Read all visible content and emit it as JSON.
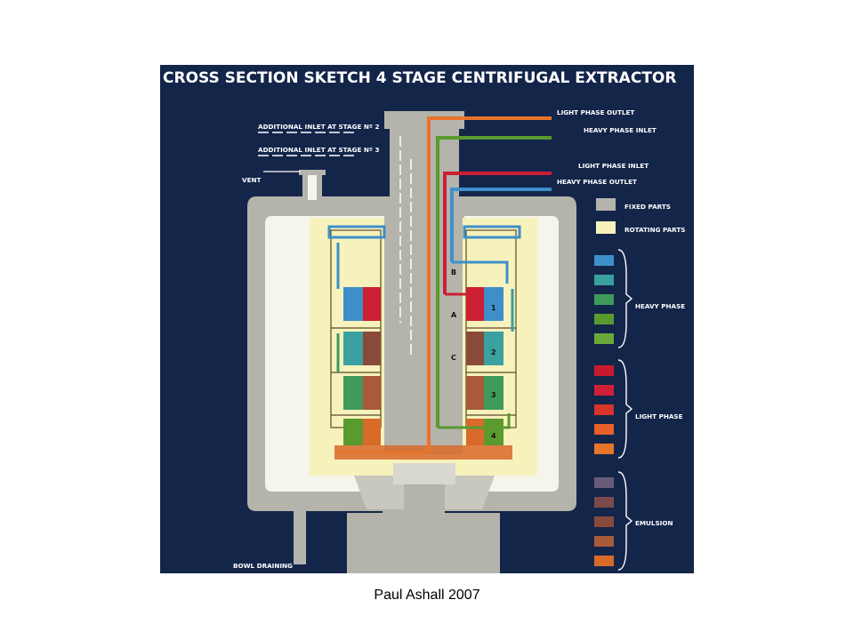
{
  "diagram": {
    "title": "CROSS SECTION SKETCH 4 STAGE CENTRIFUGAL EXTRACTOR",
    "labels": {
      "additional_inlet_2": "ADDITIONAL INLET AT STAGE Nº 2",
      "additional_inlet_3": "ADDITIONAL INLET AT STAGE Nº 3",
      "vent": "VENT",
      "light_phase_outlet": "LIGHT PHASE OUTLET",
      "heavy_phase_inlet": "HEAVY PHASE INLET",
      "light_phase_inlet": "LIGHT PHASE INLET",
      "heavy_phase_outlet": "HEAVY PHASE OUTLET",
      "bowl_draining": "BOWL DRAINING"
    },
    "points": {
      "a": "A",
      "b": "B",
      "c": "C"
    },
    "stages": [
      "1",
      "2",
      "3",
      "4"
    ],
    "legend": {
      "fixed_parts": "FIXED PARTS",
      "rotating_parts": "ROTATING PARTS",
      "heavy_phase": "HEAVY PHASE",
      "light_phase": "LIGHT PHASE",
      "emulsion": "EMULSION"
    },
    "colors": {
      "background": "#14254a",
      "fixed": "#b4b4ac",
      "rotating": "#f7f2bc",
      "casing_inner": "#f5f5ec",
      "heavy_outlet": "#3e8fc9",
      "heavy_inlet": "#5a9a2e",
      "light_inlet": "#cc1f33",
      "light_outlet": "#e8742a",
      "heavy_swatches": [
        "#3e8fc9",
        "#3aa0a0",
        "#3f9a5c",
        "#5a9a2e",
        "#6aa83a"
      ],
      "light_swatches": [
        "#c81a2c",
        "#d02038",
        "#d8342c",
        "#e8602a",
        "#e8742a"
      ],
      "emulsion_swatches": [
        "#6a5a7a",
        "#7a4a4a",
        "#8a4a3a",
        "#a85a3a",
        "#d86a2a"
      ]
    }
  },
  "footer": {
    "caption": "Paul Ashall 2007"
  }
}
